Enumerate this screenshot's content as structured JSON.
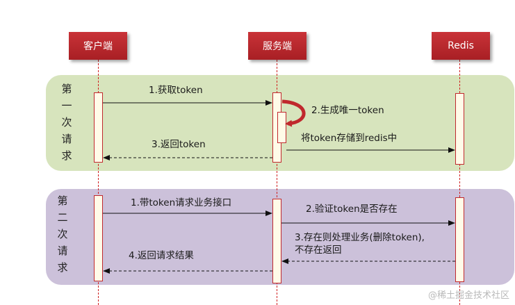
{
  "actors": {
    "client": "客户端",
    "server": "服务端",
    "redis": "Redis"
  },
  "phases": [
    {
      "label": "第\n一\n次\n请\n求"
    },
    {
      "label": "第\n二\n次\n请\n求"
    }
  ],
  "messages": {
    "m1": "1.获取token",
    "m2": "2.生成唯一token",
    "m3": "将token存储到redis中",
    "m4": "3.返回token",
    "m5": "1.带token请求业务接口",
    "m6": "2.验证token是否存在",
    "m7": "3.存在则处理业务(删除token),",
    "m7b": "不存在返回",
    "m8": "4.返回请求结果"
  },
  "colors": {
    "actor": "#c0282d",
    "panel1": "#d7e4bd",
    "panel2": "#ccc1da",
    "self_arrow": "#c0282d"
  },
  "watermark": "@稀土掘金技术社区"
}
